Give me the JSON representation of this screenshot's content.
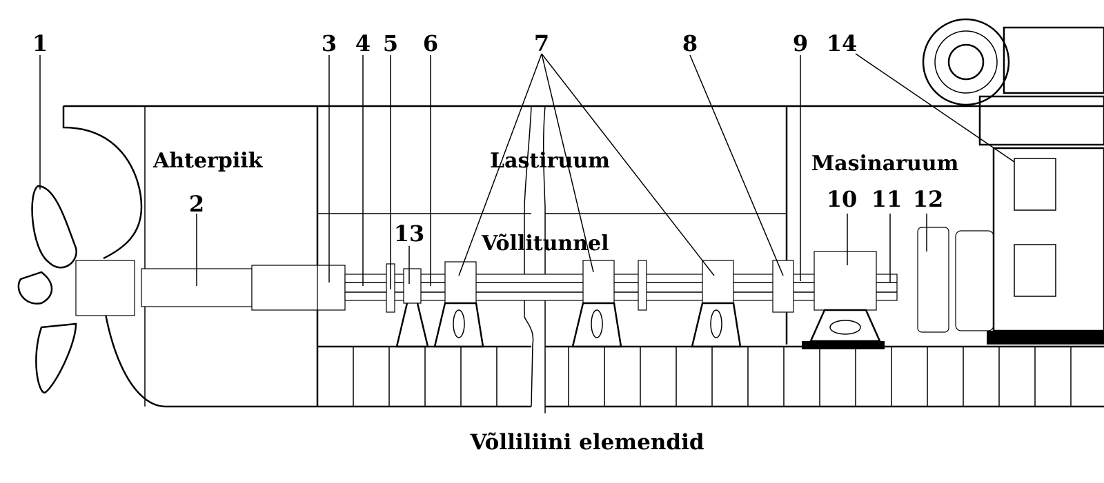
{
  "caption": "Võlliliini elemendid",
  "rooms": {
    "aft_peak": "Ahterpiik",
    "cargo_hold": "Lastiruum",
    "shaft_tunnel": "Võllitunnel",
    "engine_room": "Masinaruum"
  },
  "labels": [
    "1",
    "2",
    "3",
    "4",
    "5",
    "6",
    "7",
    "8",
    "9",
    "10",
    "11",
    "12",
    "13",
    "14"
  ]
}
